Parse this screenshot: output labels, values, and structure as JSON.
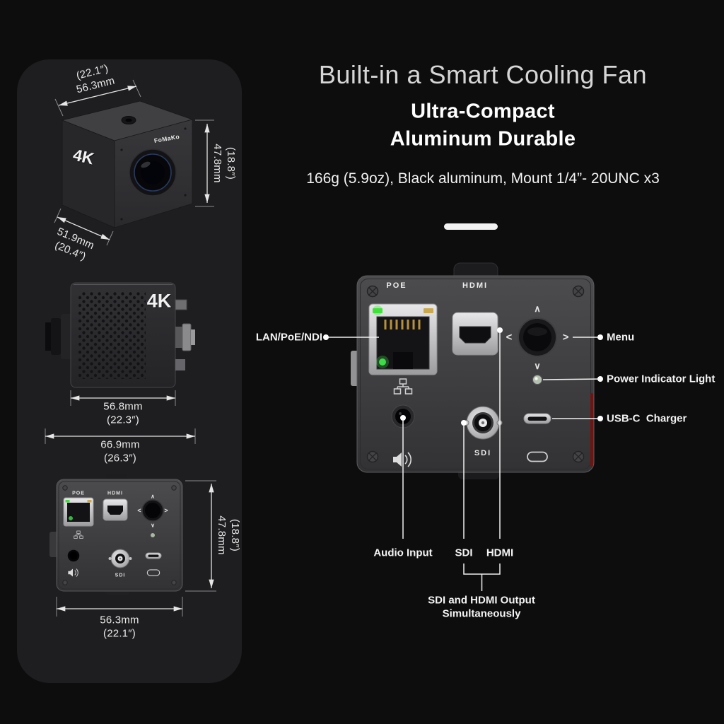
{
  "header": {
    "title": "Built-in a Smart Cooling Fan",
    "subtitle_line1": "Ultra-Compact",
    "subtitle_line2": "Aluminum Durable",
    "spec_line": "166g (5.9oz), Black aluminum, Mount 1/4”- 20UNC x3"
  },
  "panel_left": {
    "top_view": {
      "brand": "FoMaKo",
      "logo": "4K",
      "dim_width_in": "(22.1″)",
      "dim_width_mm": "56.3mm",
      "dim_height_in": "(18.8″)",
      "dim_height_mm": "47.8mm",
      "dim_depth_mm": "51.9mm",
      "dim_depth_in": "(20.4″)"
    },
    "side_view": {
      "logo": "4K",
      "dim_body_mm": "56.8mm",
      "dim_body_in": "(22.3″)",
      "dim_total_mm": "66.9mm",
      "dim_total_in": "(26.3″)"
    },
    "rear_view": {
      "poe_label": "POE",
      "hdmi_label": "HDMI",
      "sdi_label": "SDI",
      "dim_height_in": "(18.8″)",
      "dim_height_mm": "47.8mm",
      "dim_width_mm": "56.3mm",
      "dim_width_in": "(22.1″)"
    }
  },
  "rear_panel": {
    "poe_label": "POE",
    "hdmi_label": "HDMI",
    "sdi_label": "SDI",
    "joystick": {
      "up": "∧",
      "down": "∨",
      "left": "<",
      "right": ">"
    }
  },
  "callouts": {
    "lan": "LAN/PoE/NDI",
    "menu": "Menu",
    "power_indicator": "Power Indicator Light",
    "usb_c": "USB-C  Charger",
    "audio_input": "Audio Input",
    "sdi": "SDI",
    "hdmi": "HDMI",
    "simultaneous_line1": "SDI and HDMI Output",
    "simultaneous_line2": "Simultaneously"
  },
  "colors": {
    "background": "#0d0d0e",
    "panel": "#1e1e20",
    "text": "#ececec",
    "led_green": "#3fe23a",
    "led_amber": "#caa94e",
    "red_edge": "#6f1412"
  }
}
